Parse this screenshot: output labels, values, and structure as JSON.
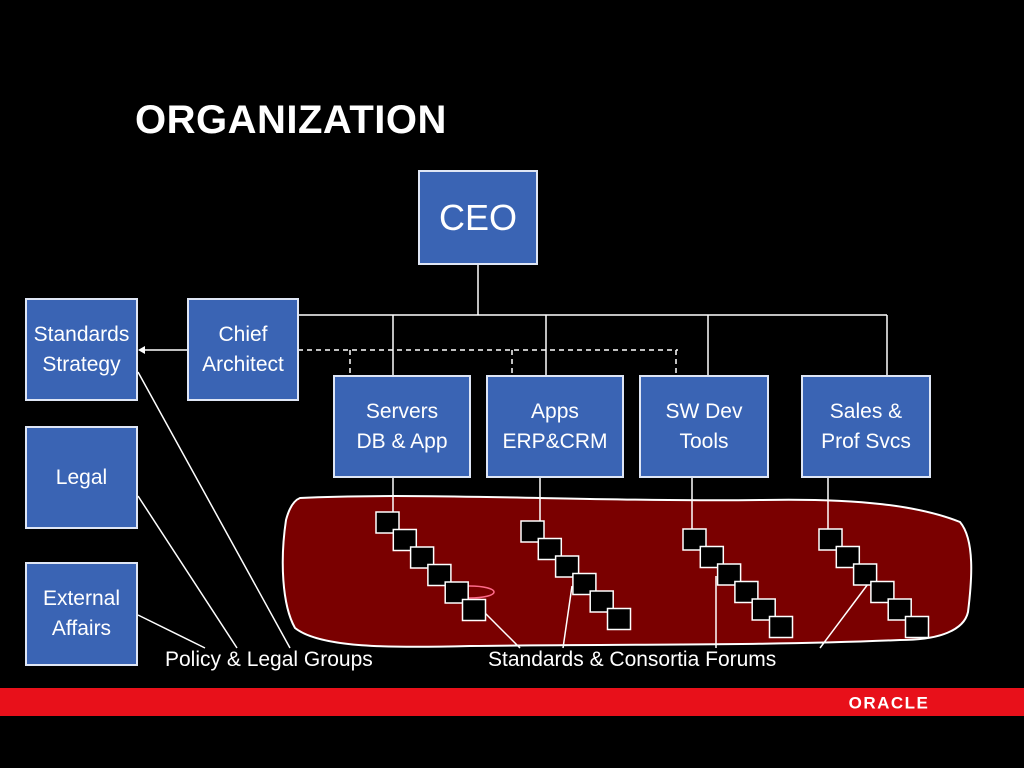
{
  "slide": {
    "title": "ORGANIZATION",
    "colors": {
      "background": "#000000",
      "box_fill": "#3a64b4",
      "forum_blob": "#7a0000",
      "footer_bar": "#e8101a"
    }
  },
  "org": {
    "ceo": "CEO",
    "chief_architect": "Chief\nArchitect",
    "standards_strategy": "Standards\nStrategy",
    "legal": "Legal",
    "external_affairs": "External\nAffairs",
    "divisions": [
      "Servers\nDB & App",
      "Apps\nERP&CRM",
      "SW Dev\nTools",
      "Sales &\nProf Svcs"
    ]
  },
  "captions": {
    "policy": "Policy & Legal Groups",
    "forums": "Standards & Consortia Forums"
  },
  "footer": {
    "logo_text": "ORACLE"
  }
}
